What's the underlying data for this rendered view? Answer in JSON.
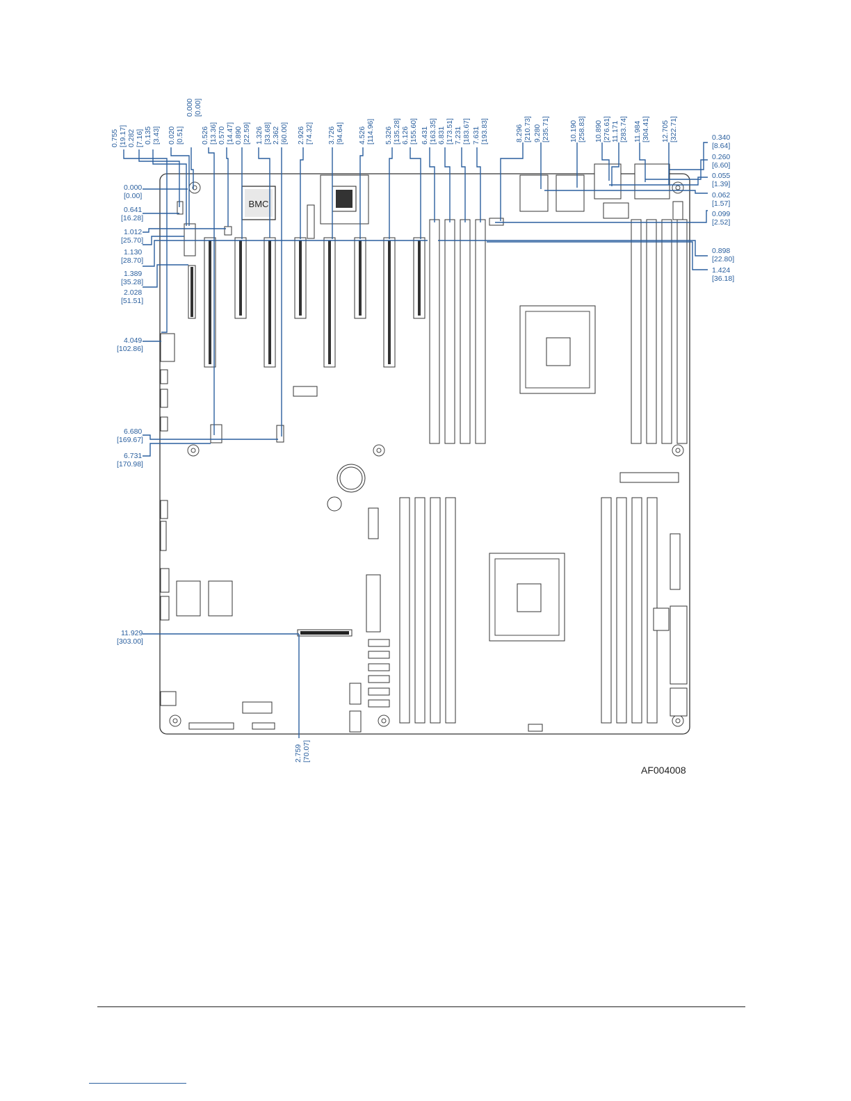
{
  "figure": {
    "id": "AF004008",
    "chip_label": "BMC"
  },
  "top_dimensions": [
    {
      "inch": "0.755",
      "mm": "[19.17]"
    },
    {
      "inch": "0.282",
      "mm": "[7.16]"
    },
    {
      "inch": "0.135",
      "mm": "[3.43]"
    },
    {
      "inch": "0.020",
      "mm": "[0.51]"
    },
    {
      "inch": "0.000",
      "mm": "[0.00]"
    },
    {
      "inch": "0.526",
      "mm": "[13.36]"
    },
    {
      "inch": "0.570",
      "mm": "[14.47]"
    },
    {
      "inch": "0.890",
      "mm": "[22.59]"
    },
    {
      "inch": "1.326",
      "mm": "[33.68]"
    },
    {
      "inch": "2.362",
      "mm": "[60.00]"
    },
    {
      "inch": "2.926",
      "mm": "[74.32]"
    },
    {
      "inch": "3.726",
      "mm": "[94.64]"
    },
    {
      "inch": "4.526",
      "mm": "[114.96]"
    },
    {
      "inch": "5.326",
      "mm": "[135.28]"
    },
    {
      "inch": "6.126",
      "mm": "[155.60]"
    },
    {
      "inch": "6.431",
      "mm": "[163.35]"
    },
    {
      "inch": "6.831",
      "mm": "[173.51]"
    },
    {
      "inch": "7.231",
      "mm": "[183.67]"
    },
    {
      "inch": "7.631",
      "mm": "[193.83]"
    },
    {
      "inch": "8.296",
      "mm": "[210.73]"
    },
    {
      "inch": "9.280",
      "mm": "[235.71]"
    },
    {
      "inch": "10.190",
      "mm": "[258.83]"
    },
    {
      "inch": "10.890",
      "mm": "[276.61]"
    },
    {
      "inch": "11.171",
      "mm": "[283.74]"
    },
    {
      "inch": "11.984",
      "mm": "[304.41]"
    },
    {
      "inch": "12.705",
      "mm": "[322.71]"
    }
  ],
  "left_dimensions": [
    {
      "inch": "0.000",
      "mm": "[0.00]"
    },
    {
      "inch": "0.641",
      "mm": "[16.28]"
    },
    {
      "inch": "1.012",
      "mm": "[25.70]"
    },
    {
      "inch": "1.130",
      "mm": "[28.70]"
    },
    {
      "inch": "1.389",
      "mm": "[35.28]"
    },
    {
      "inch": "2.028",
      "mm": "[51.51]"
    },
    {
      "inch": "4.049",
      "mm": "[102.86]"
    },
    {
      "inch": "6.680",
      "mm": "[169.67]"
    },
    {
      "inch": "6.731",
      "mm": "[170.98]"
    },
    {
      "inch": "11.929",
      "mm": "[303.00]"
    }
  ],
  "right_dimensions": [
    {
      "inch": "0.340",
      "mm": "[8.64]"
    },
    {
      "inch": "0.260",
      "mm": "[6.60]"
    },
    {
      "inch": "0.055",
      "mm": "[1.39]"
    },
    {
      "inch": "0.062",
      "mm": "[1.57]"
    },
    {
      "inch": "0.099",
      "mm": "[2.52]"
    },
    {
      "inch": "0.898",
      "mm": "[22.80]"
    },
    {
      "inch": "1.424",
      "mm": "[36.18]"
    }
  ],
  "bottom_dimensions": [
    {
      "inch": "2.759",
      "mm": "[70.07]"
    }
  ],
  "colors": {
    "dimension": "#2a5f9e",
    "outline": "#333333"
  }
}
